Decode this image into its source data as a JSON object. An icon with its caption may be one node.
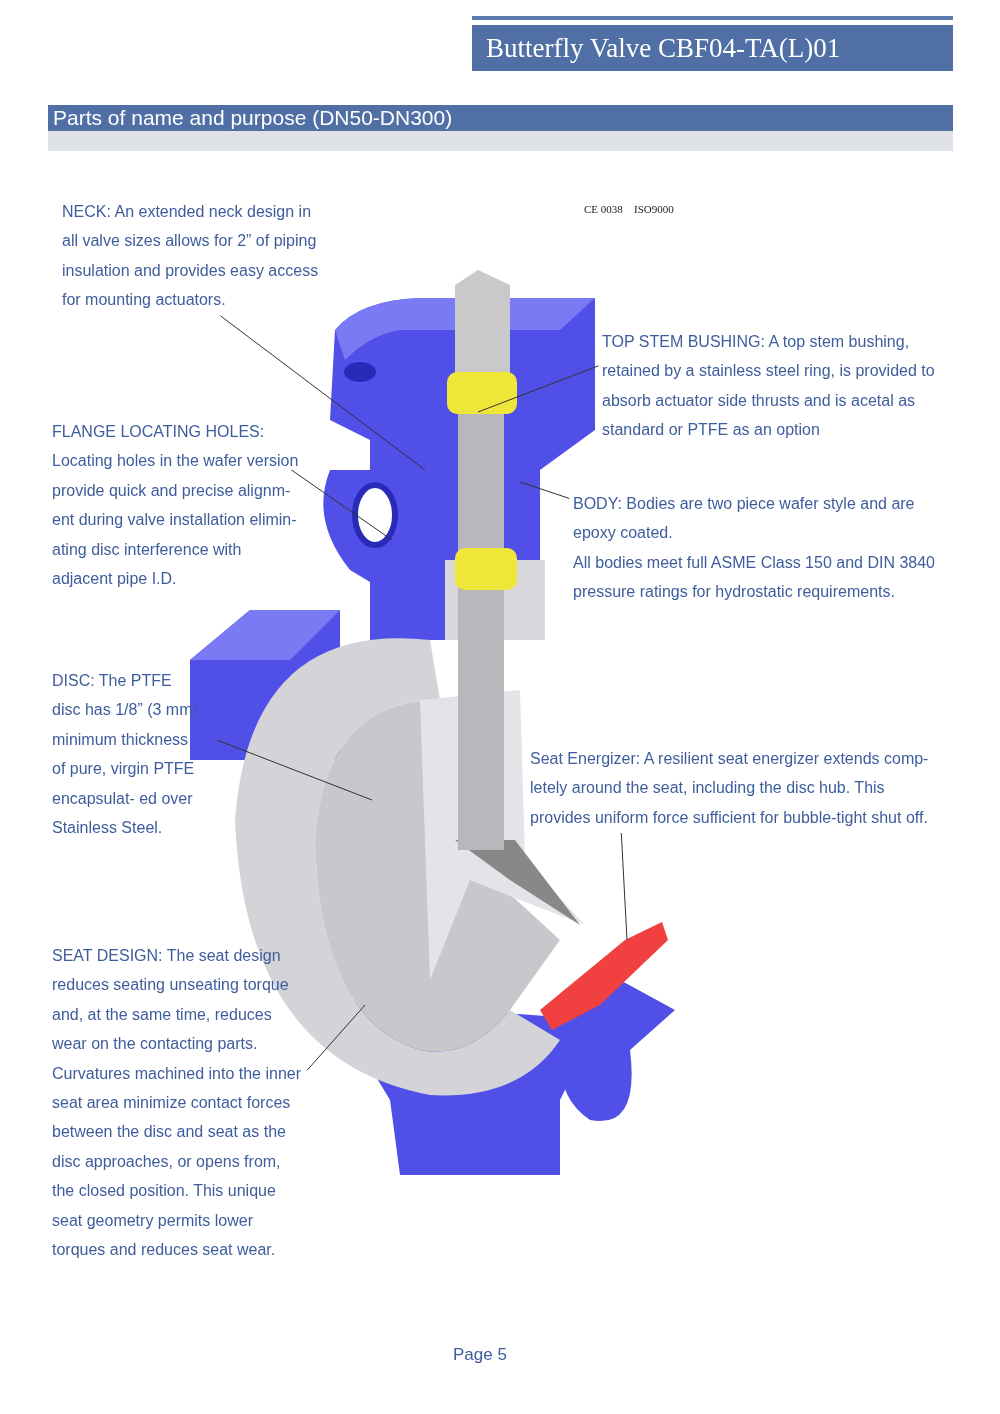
{
  "diagram": {
    "title": "Butterfly Valve CBF04-TA(L)01",
    "nodes": [
      {
        "text": [
          "NECK: An extended neck design in all valve sizes allows for 2” of piping insulation and provides easy access for mounting actuators."
        ]
      },
      {
        "text": [
          "FLANGE LOCATING HOLES:",
          "Locating holes in the wafer version provide quick and precise alignm- ent during valve installation elimin- ating disc interference with adjacent pipe I.D."
        ]
      },
      {
        "text": [
          "TOP STEM BUSHING: A top stem bushing, retained by a stainless steel ring, is provided to absorb actuator side thrusts and is acetal as standard or PTFE as an option"
        ]
      },
      {
        "text": [
          "BODY: Bodies are two piece wafer style and are epoxy coated.",
          "All bodies meet full ASME Class 150 and DIN 3840 pressure ratings for hydrostatic requirements."
        ]
      },
      {
        "text": [
          "DISC: The PTFE disc has 1/8” (3 mm) minimum thickness of pure, virgin PTFE encapsulat- ed over Stainless Steel."
        ]
      },
      {
        "text": [
          "Seat Energizer: A resilient seat energizer extends comp- letely around the seat, including the disc hub. This provides uniform force sufficient for bubble-tight shut off."
        ]
      },
      {
        "text": [
          "SEAT DESIGN: The seat design reduces seating unseating torque and, at the same time, reduces wear on the contacting parts. Curvatures machined into the inner seat area minimize contact forces between the disc and seat as the disc approaches, or opens from, the closed position. This unique seat geometry permits lower torques and reduces seat wear."
        ]
      }
    ],
    "edges": [
      {
        "from": 0,
        "to": null,
        "arrow": "none"
      },
      {
        "from": 1,
        "to": null,
        "arrow": "none"
      },
      {
        "from": 2,
        "to": null,
        "arrow": "none"
      },
      {
        "from": 3,
        "to": null,
        "arrow": "none"
      },
      {
        "from": 4,
        "to": null,
        "arrow": "none"
      },
      {
        "from": 5,
        "to": null,
        "arrow": "none"
      },
      {
        "from": 6,
        "to": null,
        "arrow": "none"
      }
    ],
    "labels": [
      "Parts of name and purpose (DN50-DN300)",
      "CE 0038",
      "ISO9000",
      "Page 5"
    ]
  }
}
